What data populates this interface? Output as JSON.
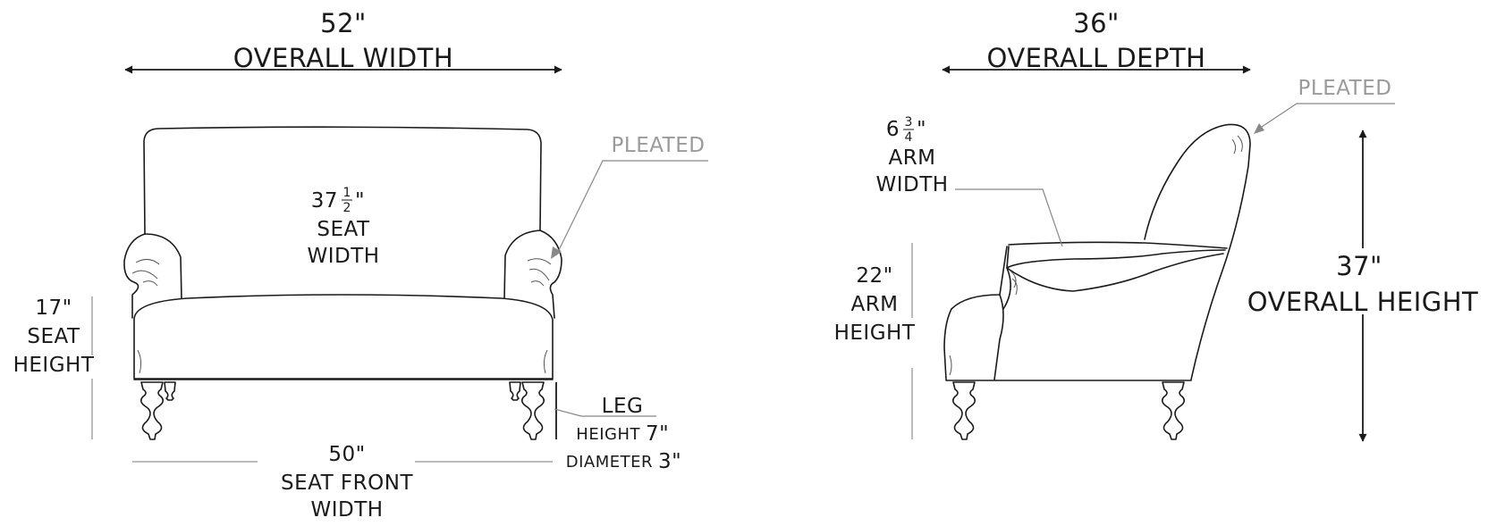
{
  "front_view": {
    "overall_width": {
      "value": "52\"",
      "label": "OVERALL WIDTH"
    },
    "seat_width": {
      "whole": "37",
      "frac_num": "1",
      "frac_den": "2",
      "unit": "\"",
      "label_1": "SEAT",
      "label_2": "WIDTH"
    },
    "pleated": "PLEATED",
    "seat_height": {
      "value": "17\"",
      "label_1": "SEAT",
      "label_2": "HEIGHT"
    },
    "seat_front_width": {
      "value": "50\"",
      "label_1": "SEAT FRONT",
      "label_2": "WIDTH"
    },
    "leg": {
      "title": "LEG",
      "height_label": "HEIGHT",
      "height_value": "7\"",
      "diameter_label": "DIAMETER",
      "diameter_value": "3\""
    }
  },
  "side_view": {
    "overall_depth": {
      "value": "36\"",
      "label": "OVERALL DEPTH"
    },
    "pleated": "PLEATED",
    "arm_width": {
      "whole": "6",
      "frac_num": "3",
      "frac_den": "4",
      "unit": "\"",
      "label_1": "ARM",
      "label_2": "WIDTH"
    },
    "arm_height": {
      "value": "22\"",
      "label_1": "ARM",
      "label_2": "HEIGHT"
    },
    "overall_height": {
      "value": "37\"",
      "label": "OVERALL HEIGHT"
    }
  }
}
